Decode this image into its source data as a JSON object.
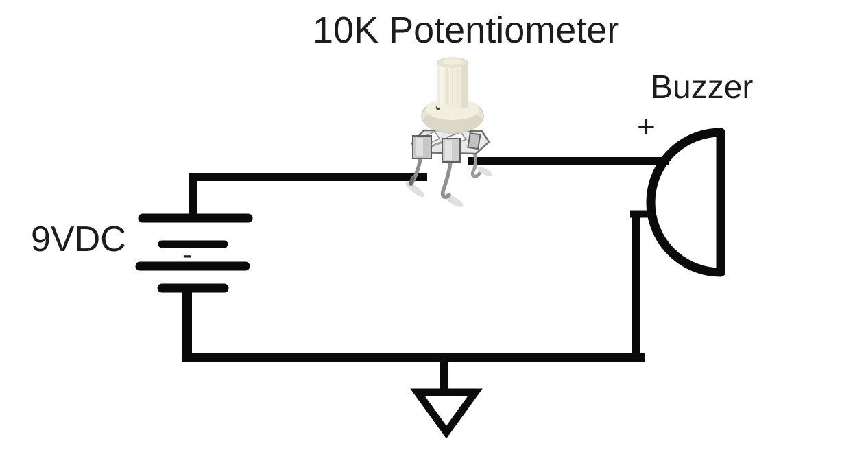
{
  "diagram": {
    "kind": "circuit schematic",
    "background_color": "#ffffff",
    "wire_color": "#0a0a0a",
    "text_color": "#1c1c1c",
    "components": {
      "battery": {
        "label": "9VDC",
        "symbol": "multi-cell battery (alternating long/short plates)",
        "polarity_mark": "-"
      },
      "potentiometer": {
        "label": "10K Potentiometer",
        "symbol": "photo of trimpot with cream shaft and metal pins",
        "shaft_color": "#f0eddc",
        "body_color": "#e7e4d3",
        "metal_color": "#cecece"
      },
      "buzzer": {
        "label": "Buzzer",
        "symbol": "half-dome facing left with flat right edge",
        "polarity_mark": "+"
      },
      "ground": {
        "symbol": "hollow downward triangle"
      }
    },
    "connections": [
      "battery top plate up and right to potentiometer left pin",
      "potentiometer right pin right to buzzer top",
      "buzzer lower terminal down to bottom rail",
      "bottom rail left to battery bottom plate",
      "bottom rail center down to ground triangle"
    ]
  },
  "labels": {
    "potentiometer": "10K Potentiometer",
    "buzzer": "Buzzer",
    "buzzer_plus": "+",
    "battery": "9VDC",
    "battery_minus": "-"
  }
}
